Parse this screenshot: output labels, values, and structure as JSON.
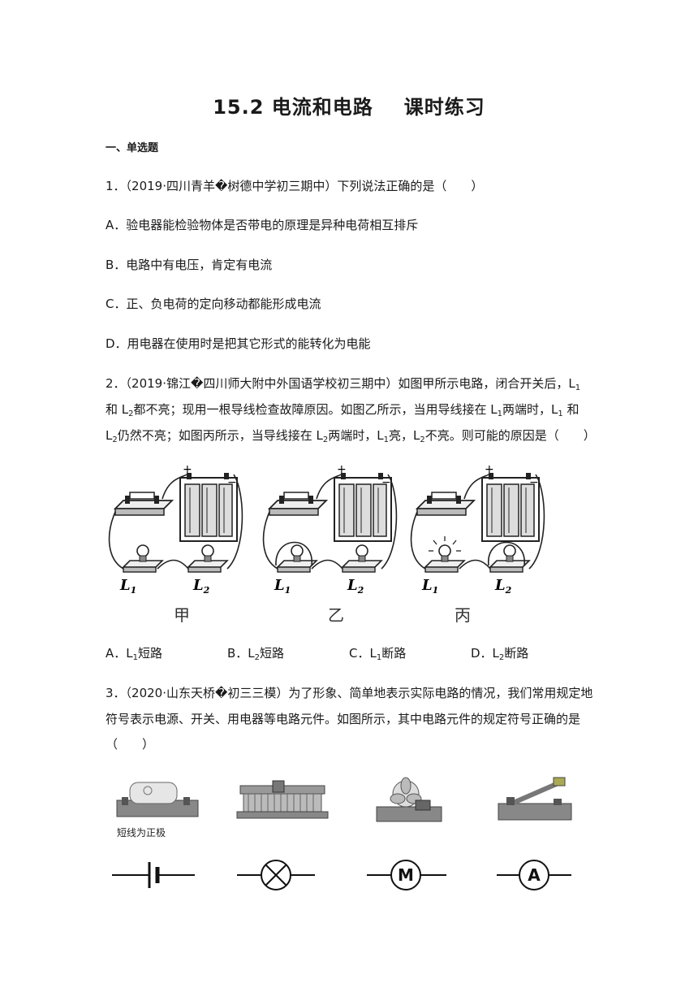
{
  "title": {
    "main": "15.2 电流和电路",
    "sub": "课时练习"
  },
  "section": "一、单选题",
  "q1": {
    "stem": "1．（2019·四川青羊�树德中学初三期中）下列说法正确的是（　　）",
    "options": [
      "A．验电器能检验物体是否带电的原理是异种电荷相互排斥",
      "B．电路中有电压，肯定有电流",
      "C．正、负电荷的定向移动都能形成电流",
      "D．用电器在使用时是把其它形式的能转化为电能"
    ]
  },
  "q2": {
    "line1": "2．（2019·锦江�四川师大附中外国语学校初三期中）如图甲所示电路，闭合开关后，L",
    "line1_sub": "1",
    "line2_a": "和 L",
    "line2_b": "都不亮；现用一根导线检查故障原因。如图乙所示，当用导线接在 L",
    "line2_c": "两端时，L",
    "line2_d": "和",
    "line3_a": "L",
    "line3_b": "仍然不亮；如图丙所示，当导线接在 L",
    "line3_c": "两端时，L",
    "line3_d": "亮，L",
    "line3_e": "不亮。则可能的原因是（　　）",
    "sub1": "1",
    "sub2": "2",
    "figures": [
      {
        "caption": "甲",
        "label1": "L",
        "label2": "L",
        "s1": "1",
        "s2": "2",
        "plus": "+",
        "minus": "−"
      },
      {
        "caption": "乙",
        "label1": "L",
        "label2": "L",
        "s1": "1",
        "s2": "2",
        "plus": "+",
        "minus": "−"
      },
      {
        "caption": "丙",
        "label1": "L",
        "label2": "L",
        "s1": "1",
        "s2": "2",
        "plus": "+",
        "minus": "−"
      }
    ],
    "options": [
      {
        "letter": "A．L",
        "sub": "1",
        "text": "短路"
      },
      {
        "letter": "B．L",
        "sub": "2",
        "text": "短路"
      },
      {
        "letter": "C．L",
        "sub": "1",
        "text": "断路"
      },
      {
        "letter": "D．L",
        "sub": "2",
        "text": "断路"
      }
    ]
  },
  "q3": {
    "line1": "3．（2020·山东天桥�初三三模）为了形象、简单地表示实际电路的情况，我们常用规定地",
    "line2": "符号表示电源、开关、用电器等电路元件。如图所示，其中电路元件的规定符号正确的是",
    "line3": "（　　）",
    "battery_note": "短线为正极",
    "symbol_m": "M",
    "symbol_a": "A"
  }
}
